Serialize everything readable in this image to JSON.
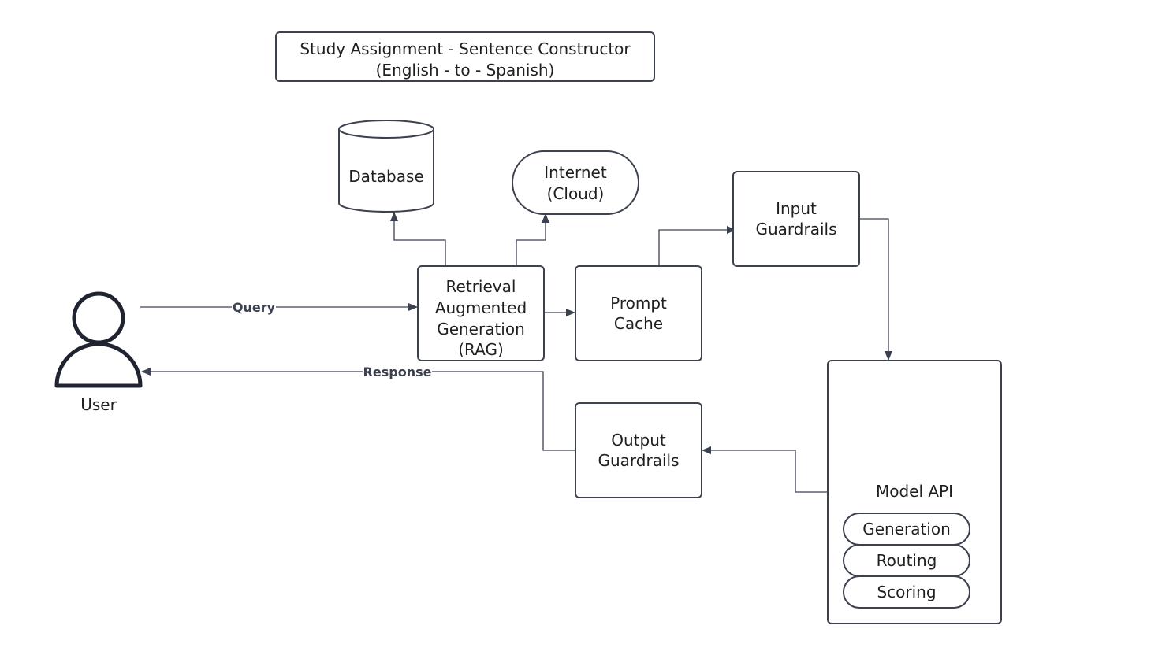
{
  "title": {
    "line1": "Study Assignment - Sentence Constructor",
    "line2": "(English - to - Spanish)"
  },
  "nodes": {
    "user": "User",
    "database": "Database",
    "internet": {
      "line1": "Internet",
      "line2": "(Cloud)"
    },
    "rag": {
      "line1": "Retrieval",
      "line2": "Augmented",
      "line3": "Generation",
      "line4": "(RAG)"
    },
    "prompt_cache": {
      "line1": "Prompt",
      "line2": "Cache"
    },
    "input_guardrails": {
      "line1": "Input",
      "line2": "Guardrails"
    },
    "output_guardrails": {
      "line1": "Output",
      "line2": "Guardrails"
    },
    "model_api": {
      "title": "Model API",
      "items": [
        "Generation",
        "Routing",
        "Scoring"
      ]
    }
  },
  "edges": {
    "query": "Query",
    "response": "Response"
  }
}
